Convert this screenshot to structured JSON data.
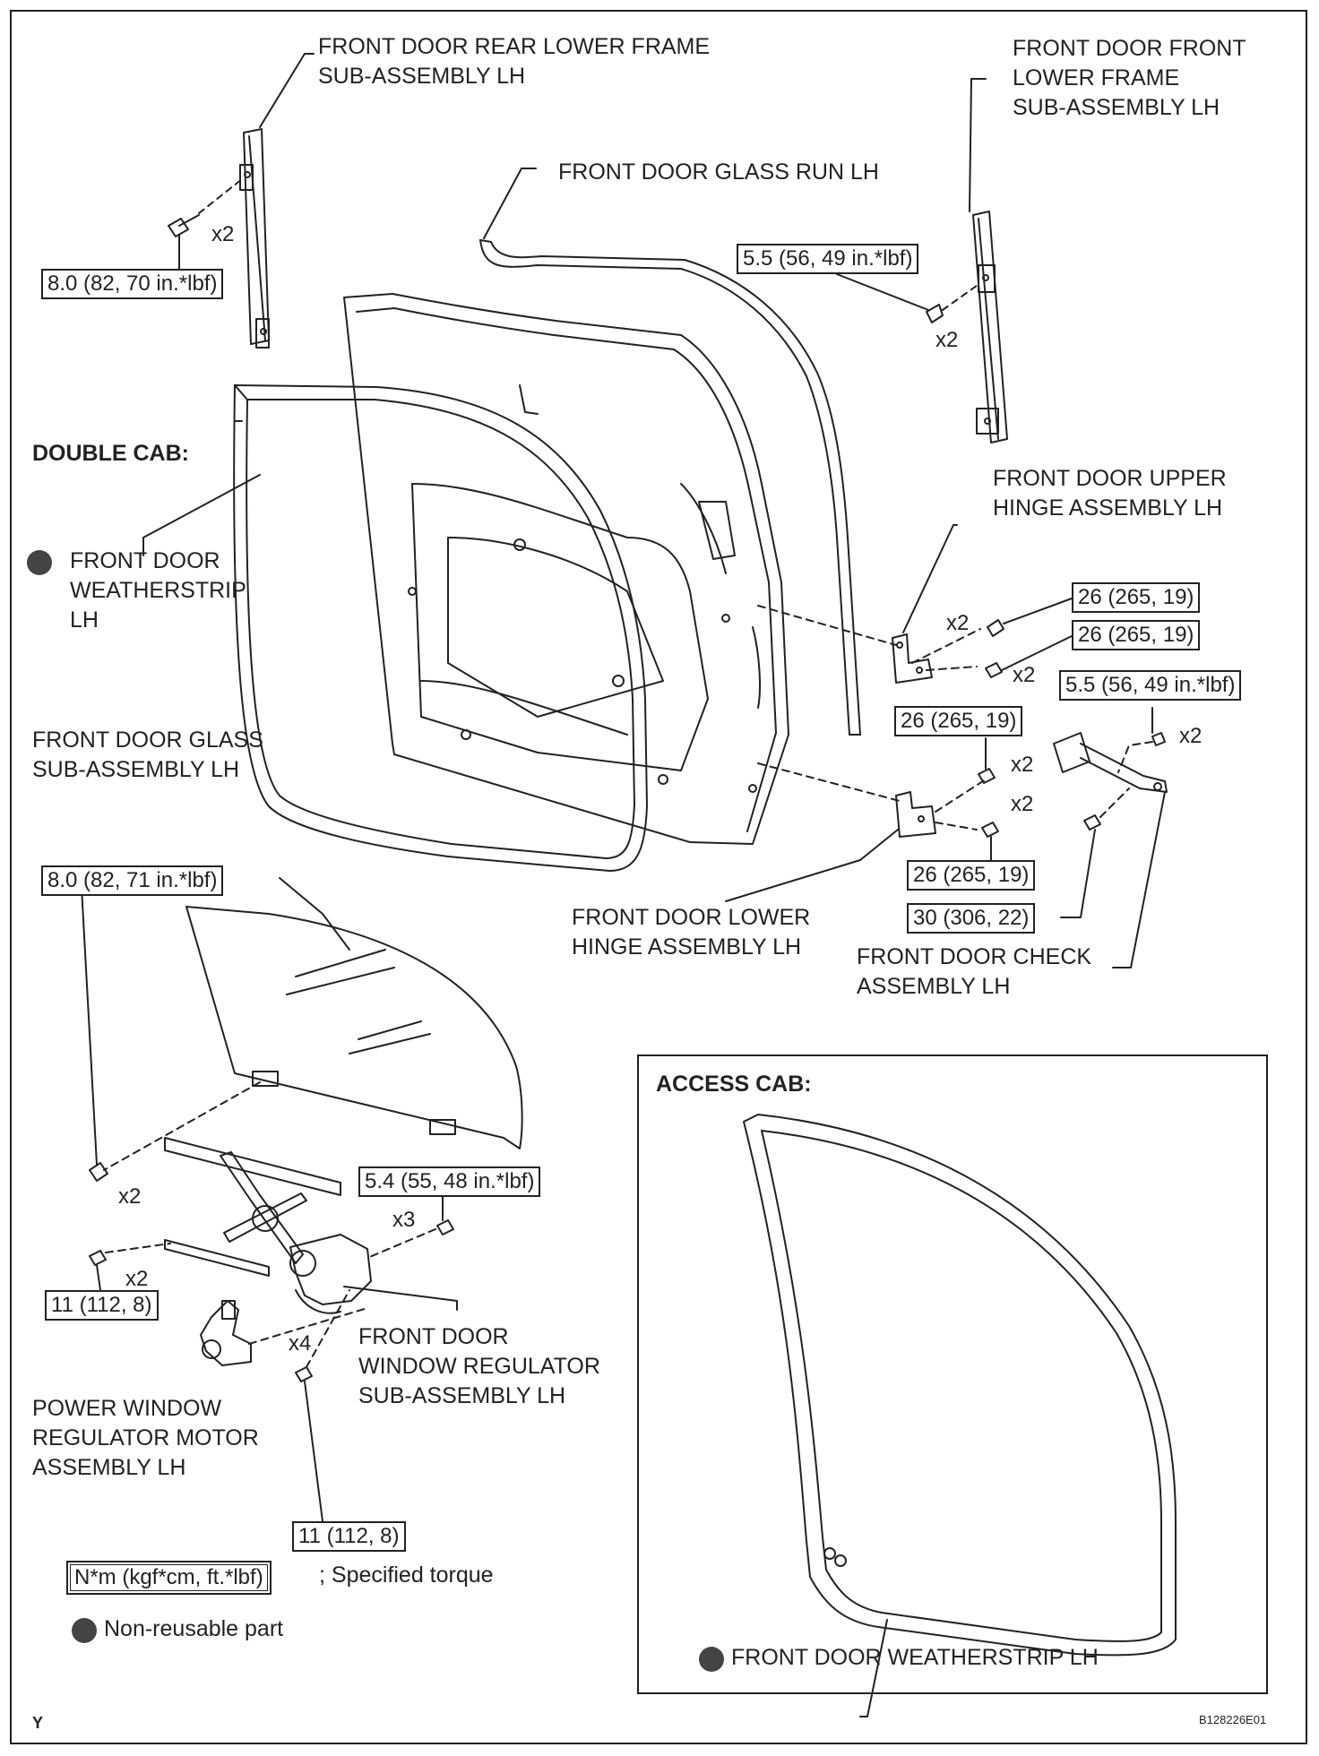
{
  "parts": {
    "rear_lower_frame": [
      "FRONT DOOR REAR LOWER FRAME",
      "SUB-ASSEMBLY LH"
    ],
    "front_lower_frame": [
      "FRONT DOOR FRONT",
      "LOWER FRAME",
      "SUB-ASSEMBLY LH"
    ],
    "glass_run": [
      "FRONT DOOR GLASS RUN LH"
    ],
    "double_cab": "DOUBLE CAB:",
    "weatherstrip": [
      "FRONT DOOR",
      "WEATHERSTRIP",
      "LH"
    ],
    "upper_hinge": [
      "FRONT DOOR UPPER",
      "HINGE ASSEMBLY LH"
    ],
    "glass": [
      "FRONT DOOR GLASS",
      "SUB-ASSEMBLY LH"
    ],
    "lower_hinge": [
      "FRONT DOOR LOWER",
      "HINGE ASSEMBLY LH"
    ],
    "check": [
      "FRONT DOOR CHECK",
      "ASSEMBLY LH"
    ],
    "regulator": [
      "FRONT DOOR",
      "WINDOW REGULATOR",
      "SUB-ASSEMBLY LH"
    ],
    "motor": [
      "POWER WINDOW",
      "REGULATOR MOTOR",
      "ASSEMBLY LH"
    ],
    "access_cab": "ACCESS CAB:",
    "access_weatherstrip": "FRONT DOOR WEATHERSTRIP LH"
  },
  "torques": {
    "rear_frame": "8.0 (82, 70 in.*lbf)",
    "front_frame": "5.5 (56, 49 in.*lbf)",
    "upper_hinge_1": "26 (265, 19)",
    "upper_hinge_2": "26 (265, 19)",
    "check_nut": "5.5 (56, 49 in.*lbf)",
    "lower_hinge_1": "26 (265, 19)",
    "lower_hinge_2": "26 (265, 19)",
    "check_bolt": "30 (306, 22)",
    "glass": "8.0 (82, 71 in.*lbf)",
    "regulator": "5.4 (55, 48 in.*lbf)",
    "regulator_bolt": "11 (112, 8)",
    "motor": "11 (112, 8)"
  },
  "multipliers": {
    "rear_frame": "x2",
    "front_frame": "x2",
    "upper_1": "x2",
    "upper_2": "x2",
    "check_nut": "x2",
    "lower_1": "x2",
    "lower_2": "x2",
    "glass": "x2",
    "reg_bolt": "x2",
    "reg_nut": "x3",
    "motor": "x4"
  },
  "legend": {
    "torque_box": "N*m (kgf*cm, ft.*lbf)",
    "torque_text": "; Specified torque",
    "nonreusable": "Non-reusable part"
  },
  "footer": {
    "left": "Y",
    "right": "B128226E01"
  }
}
